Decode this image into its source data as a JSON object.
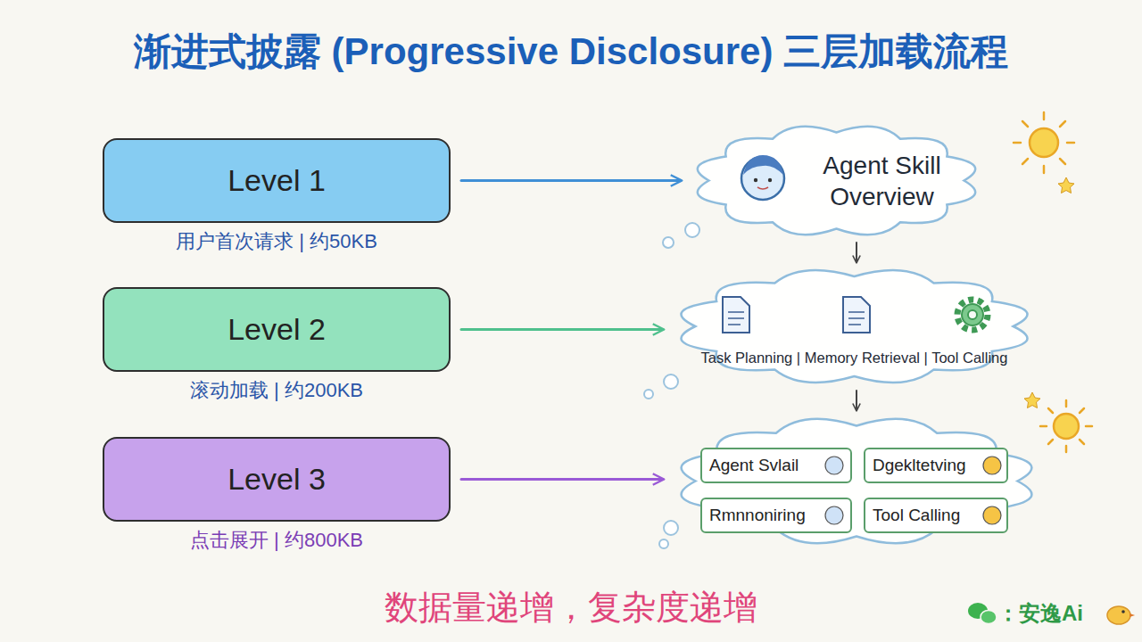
{
  "diagram": {
    "title": "渐进式披露 (Progressive Disclosure) 三层加载流程",
    "caption": "数据量递增，复杂度递增",
    "nodes": [
      {
        "text": [
          "Level 1",
          "用户首次请求 | 约50KB"
        ]
      },
      {
        "text": [
          "Agent Skill Overview"
        ]
      },
      {
        "text": [
          "Level 2",
          "滚动加载 | 约200KB"
        ]
      },
      {
        "text": [
          "Task Planning | Memory Retrieval | Tool Calling"
        ]
      },
      {
        "text": [
          "Level 3",
          "点击展开 | 约800KB"
        ]
      },
      {
        "text": []
      },
      {
        "text": [
          "Agent Svlail"
        ],
        "in": 5
      },
      {
        "text": [
          "Dgekltetving"
        ],
        "in": 5
      },
      {
        "text": [
          "Rmnnoniring"
        ],
        "in": 5
      },
      {
        "text": [
          "Tool Calling"
        ],
        "in": 5
      }
    ],
    "edges": [
      {
        "from": 0,
        "to": 1,
        "arrow": "to"
      },
      {
        "from": 2,
        "to": 3,
        "arrow": "to"
      },
      {
        "from": 4,
        "to": 5,
        "arrow": "to"
      },
      {
        "from": 1,
        "to": 3,
        "arrow": "to"
      },
      {
        "from": 3,
        "to": 5,
        "arrow": "to"
      }
    ],
    "labels": [
      "：安逸Ai"
    ]
  }
}
